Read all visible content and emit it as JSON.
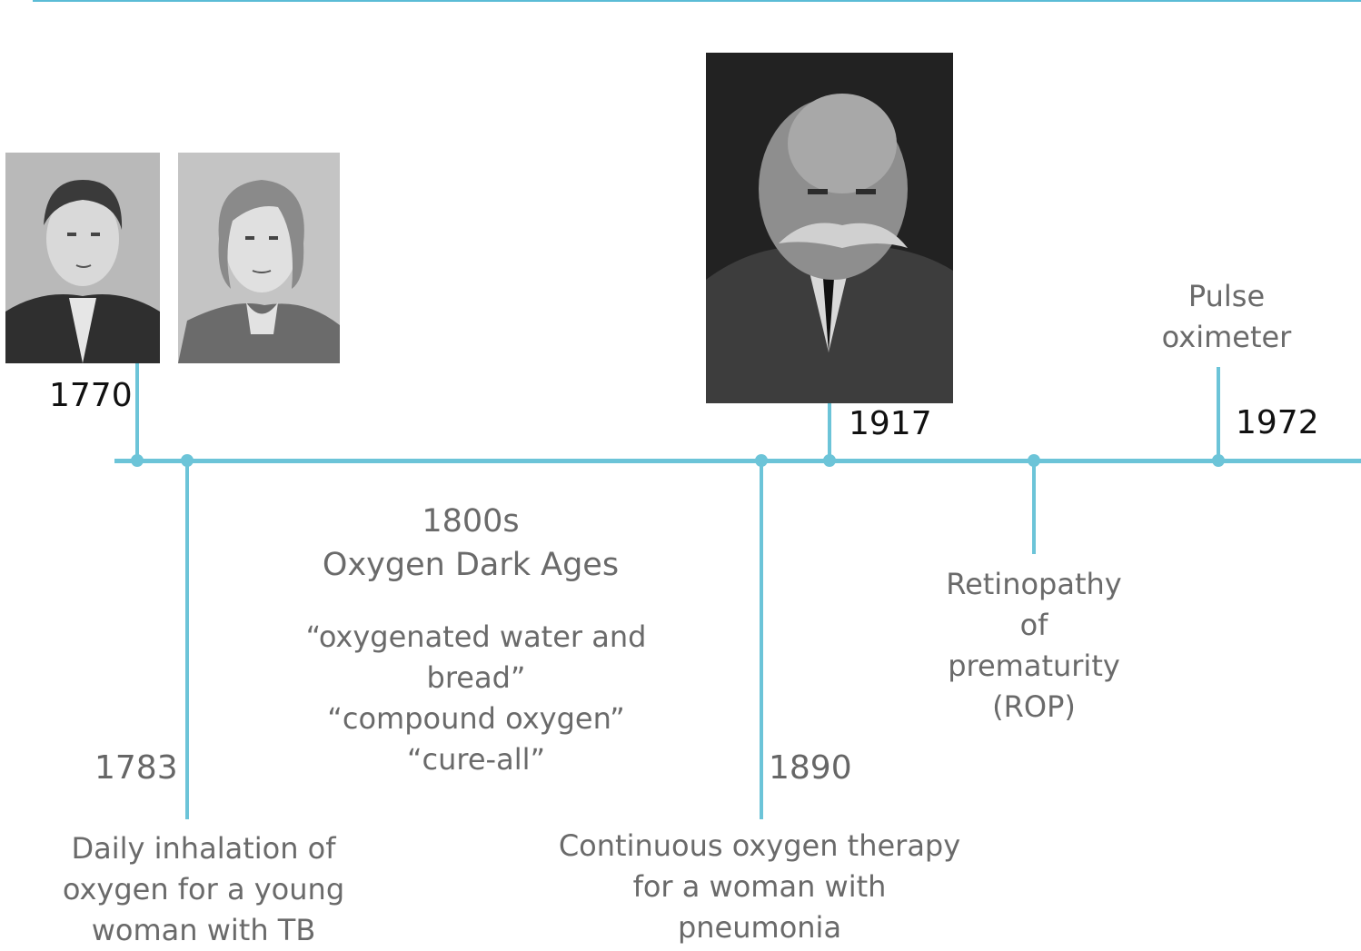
{
  "colors": {
    "accent": "#6cc4d8",
    "top_rule": "#5bbcd6",
    "dark_text": "#111111",
    "gray_text": "#6a6a6a"
  },
  "timeline": {
    "above": [
      {
        "year": "1770",
        "caption": "",
        "portraits": [
          "portrait-engraving-man-1",
          "portrait-engraving-man-2"
        ]
      },
      {
        "year": "1917",
        "caption": "",
        "portraits": [
          "portrait-photo-man-mustache"
        ]
      },
      {
        "year": "1972",
        "caption_lines": [
          "Pulse",
          "oximeter"
        ]
      }
    ],
    "below": [
      {
        "year": "1783",
        "caption_lines": [
          "Daily inhalation of",
          "oxygen for a young",
          "woman with TB"
        ]
      },
      {
        "year": "1890",
        "caption_lines": [
          "Continuous oxygen therapy",
          "for a woman with",
          "pneumonia"
        ]
      },
      {
        "year": "",
        "caption_lines": [
          "Retinopathy",
          "of",
          "prematurity",
          "(ROP)"
        ]
      }
    ],
    "era": {
      "title": "1800s",
      "subtitle": "Oxygen Dark Ages",
      "quotes": [
        "“oxygenated water and",
        "bread”",
        "“compound oxygen”",
        "“cure-all”"
      ]
    }
  }
}
